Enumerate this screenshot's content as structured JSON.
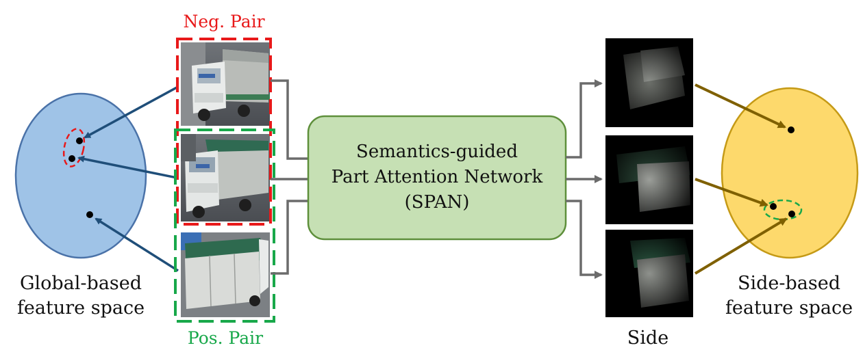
{
  "labels": {
    "neg_pair": "Neg. Pair",
    "pos_pair": "Pos. Pair",
    "global_space_line1": "Global-based",
    "global_space_line2": "feature space",
    "side_space_line1": "Side-based",
    "side_space_line2": "feature space",
    "span_line1": "Semantics-guided",
    "span_line2": "Part Attention Network",
    "span_line3": "(SPAN)",
    "side_caption": "Side"
  },
  "colors": {
    "global_ellipse_fill": "#9fc3e7",
    "global_ellipse_stroke": "#4a72a8",
    "side_ellipse_fill": "#fdd96c",
    "side_ellipse_stroke": "#c59a16",
    "span_box_fill": "#c6e0b4",
    "span_box_stroke": "#5e8f3b",
    "neg_color": "#e8191a",
    "pos_color": "#18a84a",
    "global_arrow": "#1f4e79",
    "side_arrow": "#7f6000",
    "connector": "#6b6b6b"
  }
}
